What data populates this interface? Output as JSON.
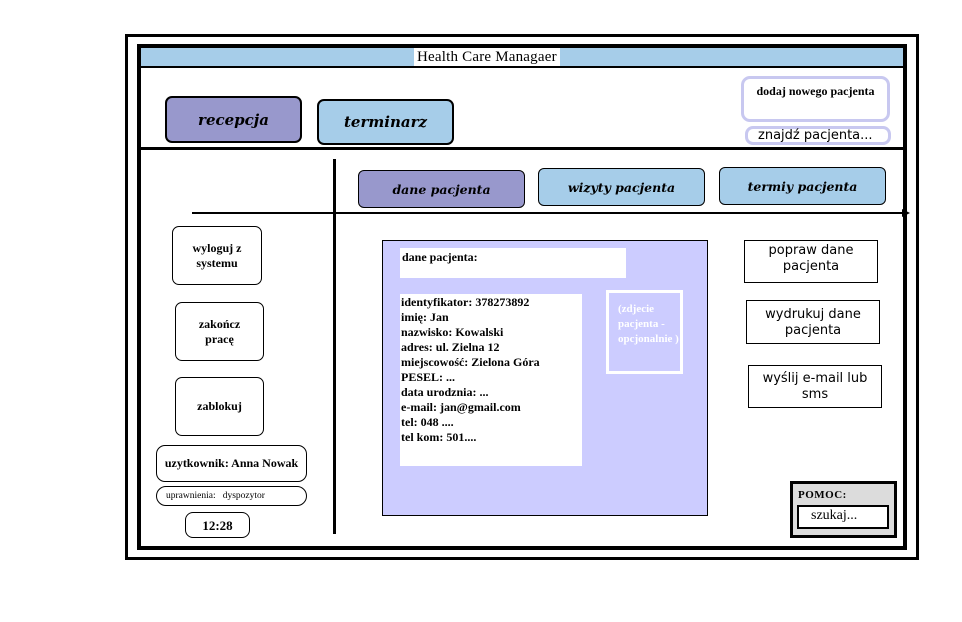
{
  "app": {
    "title": "Health Care Managaer"
  },
  "nav": {
    "recepcja": "recepcja",
    "terminarz": "terminarz"
  },
  "header_actions": {
    "add_patient": "dodaj nowego pacjenta",
    "find_patient": "znajdź pacjenta..."
  },
  "tabs": {
    "dane": "dane pacjenta",
    "wizyty": "wizyty pacjenta",
    "terminy": "termiy pacjenta"
  },
  "sidebar": {
    "logout": "wyloguj z systemu",
    "finish": "zakończ pracę",
    "lock": "zablokuj",
    "user": "uzytkownik: Anna Nowak",
    "permissions": "uprawnienia:   dyspozytor",
    "clock": "12:28"
  },
  "patient": {
    "heading": "dane pacjenta:",
    "fields": [
      "identyfikator: 378273892",
      "imię: Jan",
      "nazwisko: Kowalski",
      "adres: ul. Zielna 12",
      "miejscowość: Zielona Góra",
      "PESEL: ...",
      "data urodznia: ...",
      "e-mail: jan@gmail.com",
      "tel: 048 ....",
      "tel kom: 501...."
    ],
    "photo": "(zdjecie pacjenta - opcjonalnie )"
  },
  "actions": {
    "edit": "popraw dane pacjenta",
    "print": "wydrukuj dane pacjenta",
    "send": "wyślij e-mail lub sms"
  },
  "help": {
    "label": "POMOC:",
    "search": "szukaj..."
  }
}
